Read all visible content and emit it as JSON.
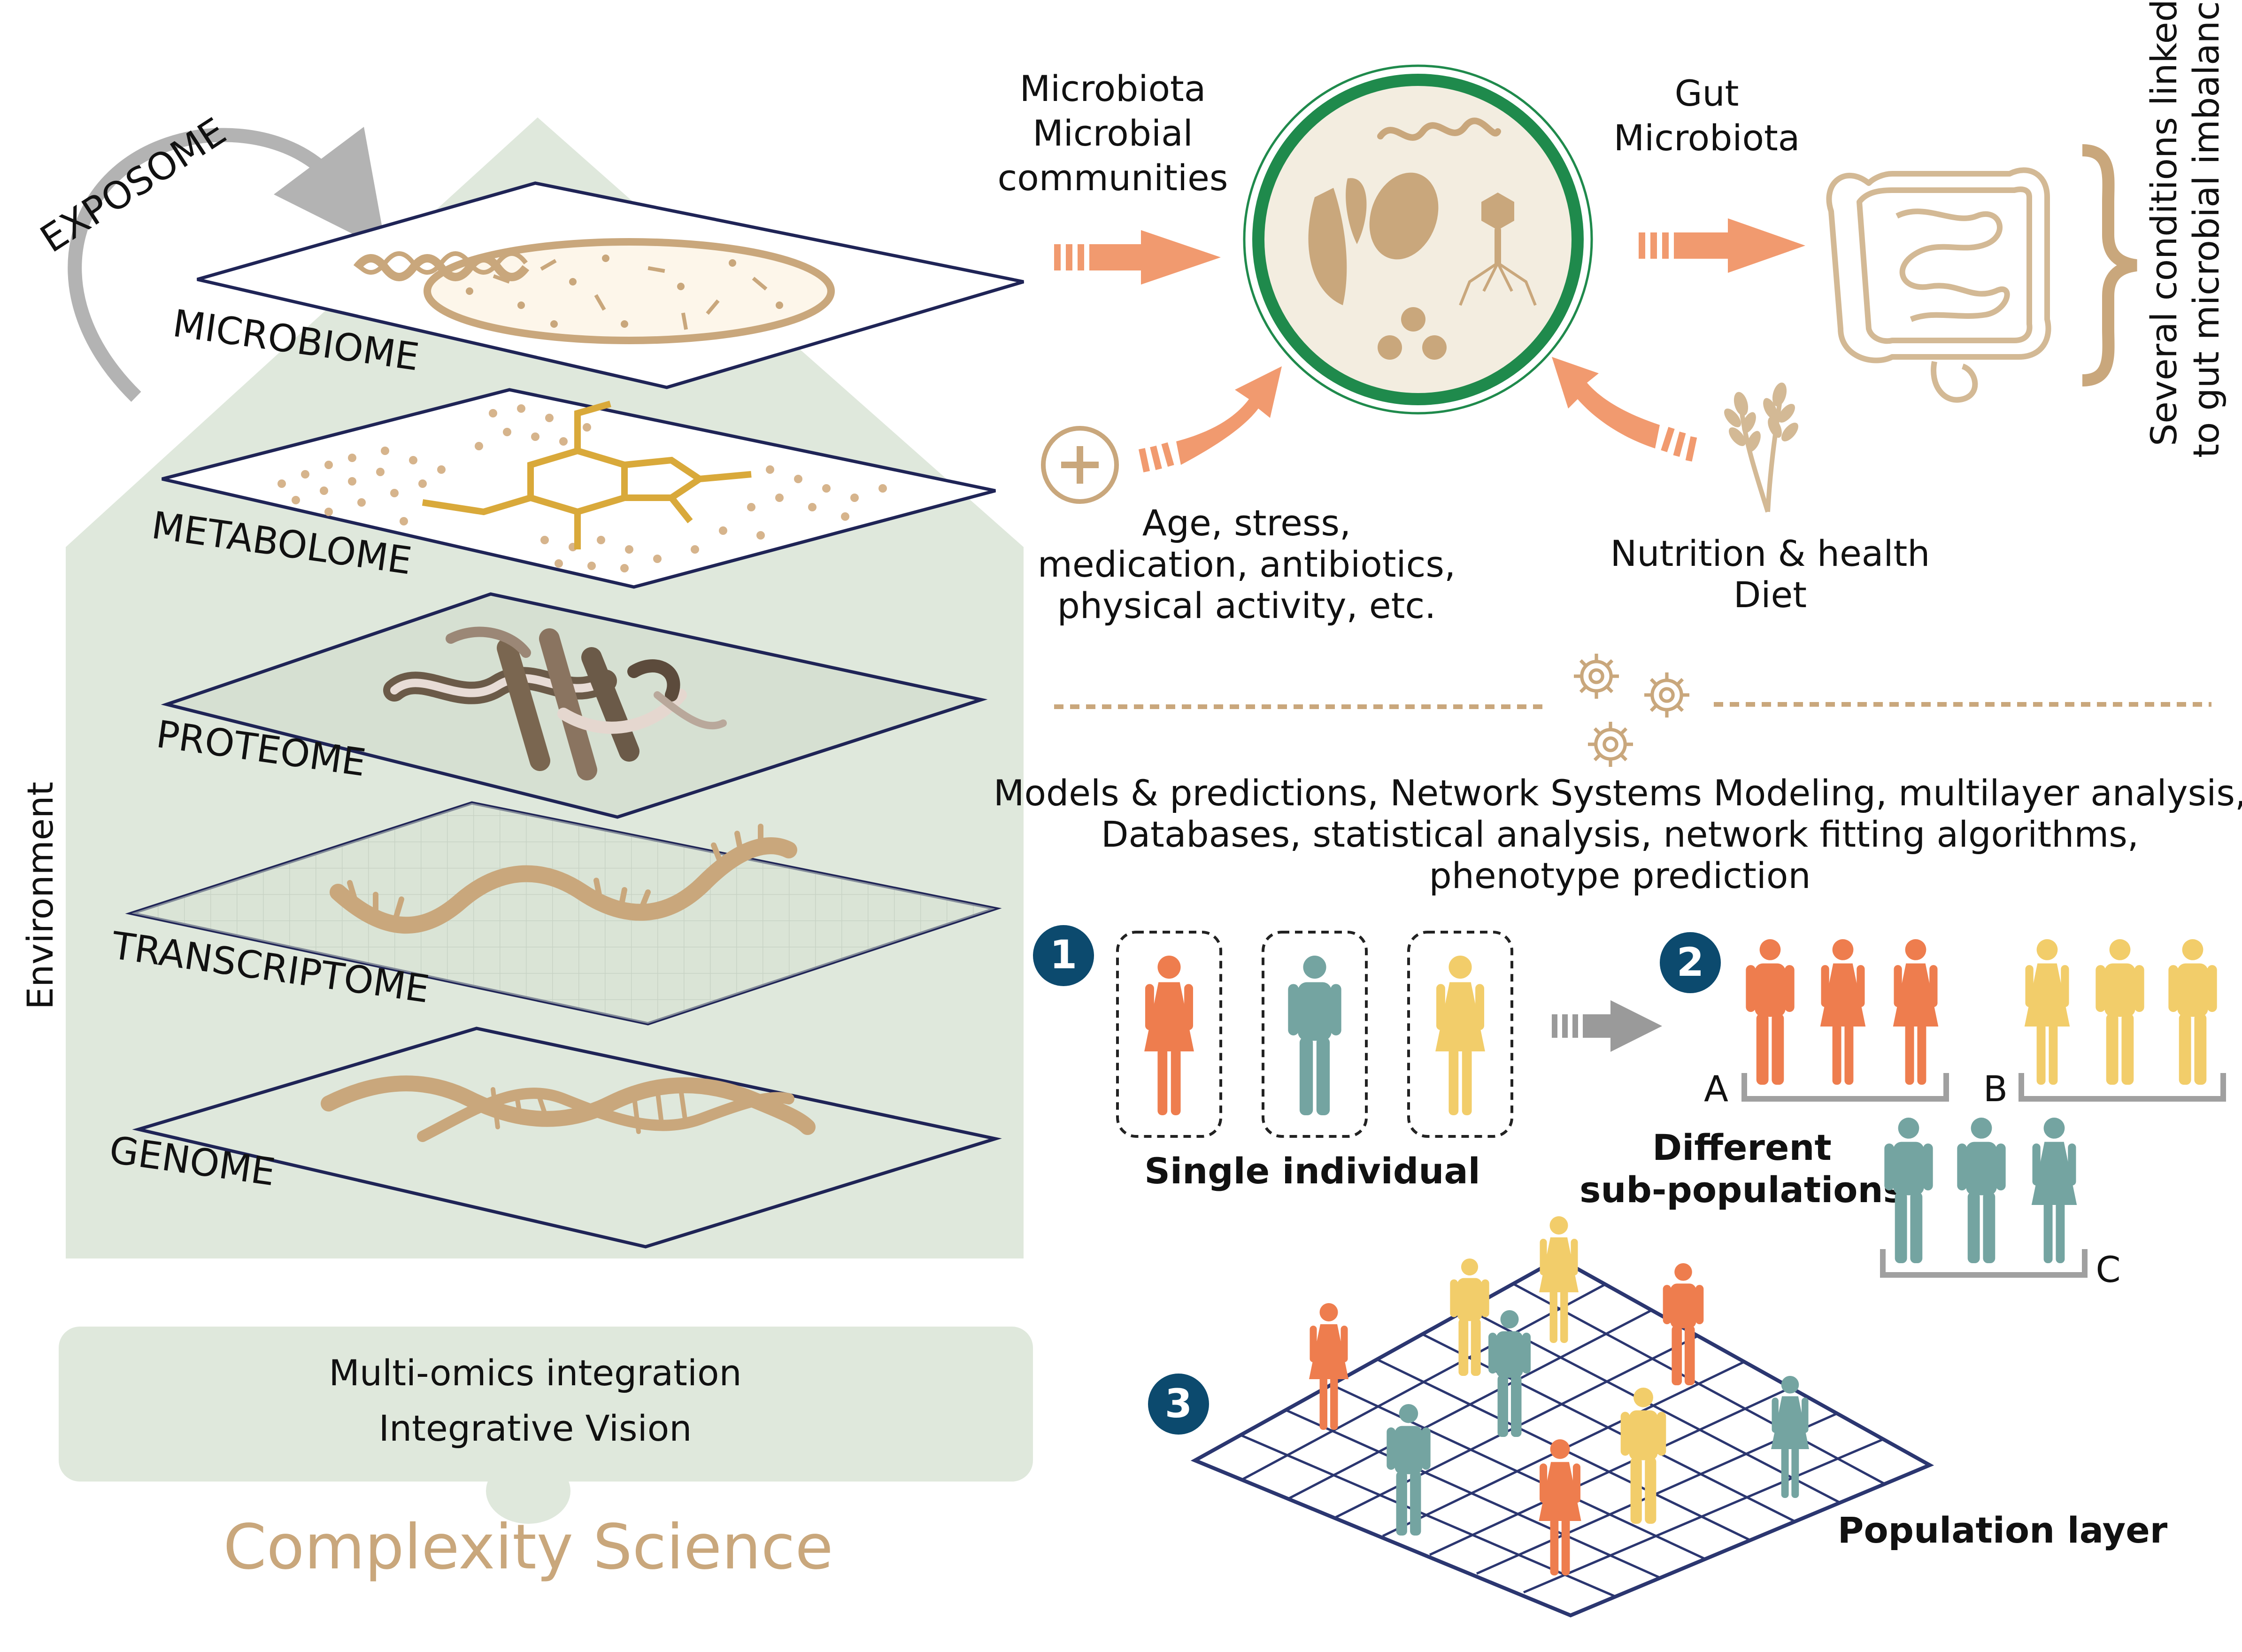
{
  "exposome_label": "EXPOSOME",
  "environment_label": "Environment",
  "layers": [
    {
      "label": "MICROBIOME"
    },
    {
      "label": "METABOLOME"
    },
    {
      "label": "PROTEOME"
    },
    {
      "label": "TRANSCRIPTOME"
    },
    {
      "label": "GENOME"
    }
  ],
  "integration": {
    "line1": "Multi-omics integration",
    "line2": "Integrative Vision"
  },
  "complexity_label": "Complexity Science",
  "microbiota": {
    "line1": "Microbiota",
    "line2": "Microbial",
    "line3": "communities"
  },
  "gut": {
    "line1": "Gut",
    "line2": "Microbiota"
  },
  "conditions": {
    "line1": "Several conditions linked",
    "line2": "to gut microbial imbalance"
  },
  "factors": {
    "line1": "Age, stress,",
    "line2": "medication, antibiotics,",
    "line3": "physical activity, etc."
  },
  "nutrition": {
    "line1": "Nutrition & health",
    "line2": "Diet"
  },
  "models": {
    "line1": "Models & predictions, Network Systems Modeling, multilayer analysis,",
    "line2": "Databases,  statistical analysis, network fitting algorithms,",
    "line3": "phenotype prediction"
  },
  "steps": {
    "one": "1",
    "two": "2",
    "three": "3"
  },
  "single_individual": "Single individual",
  "different": {
    "line1": "Different",
    "line2": "sub-populations"
  },
  "group_labels": {
    "a": "A",
    "b": "B",
    "c": "C"
  },
  "population_layer": "Population layer",
  "colors": {
    "tan": "#c9a77c",
    "orange": "#ee7d4e",
    "teal": "#74a4a1",
    "yellow": "#f2cd6a",
    "navy": "#1f2456",
    "green_bg": "#dfe8dc",
    "dark_blue": "#0c4a6e",
    "petri_ring": "#1f8a4c"
  }
}
